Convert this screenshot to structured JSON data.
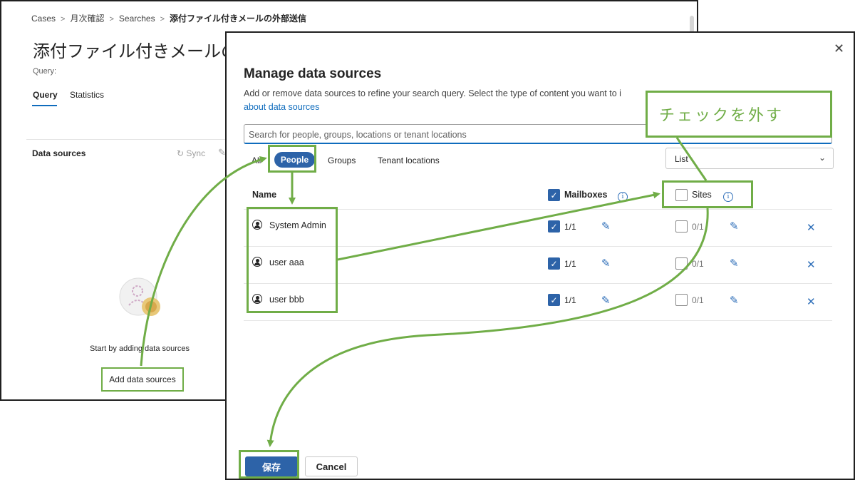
{
  "background": {
    "breadcrumb": [
      "Cases",
      "月次確認",
      "Searches",
      "添付ファイル付きメールの外部送信"
    ],
    "title": "添付ファイル付きメールの",
    "query_label": "Query:",
    "tabs": [
      "Query",
      "Statistics"
    ],
    "data_sources_label": "Data sources",
    "sync_label": "Sync",
    "empty_text": "Start by adding data sources",
    "add_button": "Add data sources"
  },
  "dialog": {
    "title": "Manage data sources",
    "description": "Add or remove data sources to refine your search query. Select the type of content you want to i",
    "link": "about data sources",
    "search_placeholder": "Search for people, groups, locations or tenant locations",
    "filters": [
      "All",
      "People",
      "Groups",
      "Tenant locations"
    ],
    "active_filter": "People",
    "view_select": "List",
    "columns": {
      "name": "Name",
      "mailboxes": "Mailboxes",
      "sites": "Sites"
    },
    "mailboxes_header_checked": true,
    "sites_header_checked": false,
    "rows": [
      {
        "name": "System Admin",
        "mailboxes": "1/1",
        "mailboxes_checked": true,
        "sites": "0/1",
        "sites_checked": false
      },
      {
        "name": "user aaa",
        "mailboxes": "1/1",
        "mailboxes_checked": true,
        "sites": "0/1",
        "sites_checked": false
      },
      {
        "name": "user bbb",
        "mailboxes": "1/1",
        "mailboxes_checked": true,
        "sites": "0/1",
        "sites_checked": false
      }
    ],
    "save_button": "保存",
    "cancel_button": "Cancel"
  },
  "annotation": {
    "callout_text": "チェックを外す",
    "color": "#70ad47"
  },
  "colors": {
    "accent": "#2d63a8",
    "link": "#0f6cbd",
    "annotation": "#70ad47"
  }
}
